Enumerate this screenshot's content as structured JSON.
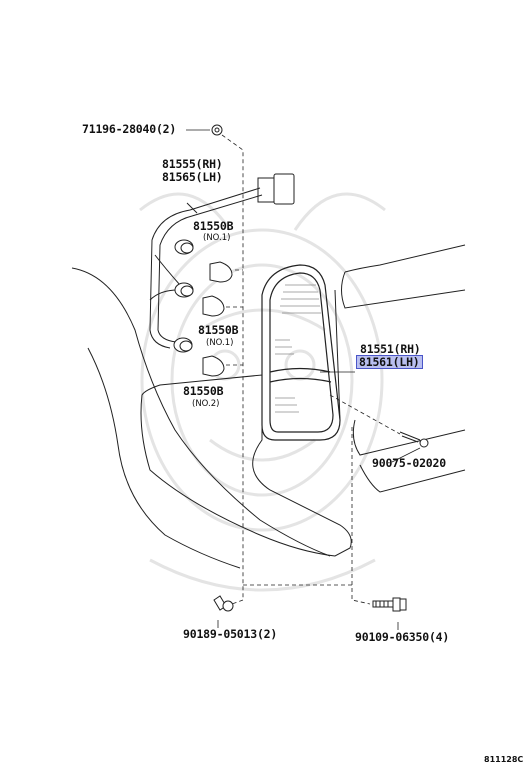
{
  "callouts": {
    "clip_71196": "71196-28040(2)",
    "wiring_rh": "81555(RH)",
    "wiring_lh": "81565(LH)",
    "bulb_a": "81550B",
    "bulb_a_note": "(NO.1)",
    "bulb_b": "81550B",
    "bulb_b_note": "(NO.1)",
    "bulb_c": "81550B",
    "bulb_c_note": "(NO.2)",
    "lamp_rh": "81551(RH)",
    "lamp_lh": "81561(LH)",
    "screw_90075": "90075-02020",
    "nut_90189": "90189-05013(2)",
    "bolt_90109": "90109-06350(4)"
  },
  "diagram_id": "811128C",
  "colors": {
    "line": "#222222",
    "highlight": "#b9bff0",
    "highlight_border": "#4a55c8",
    "watermark": "#e6e6e6"
  }
}
